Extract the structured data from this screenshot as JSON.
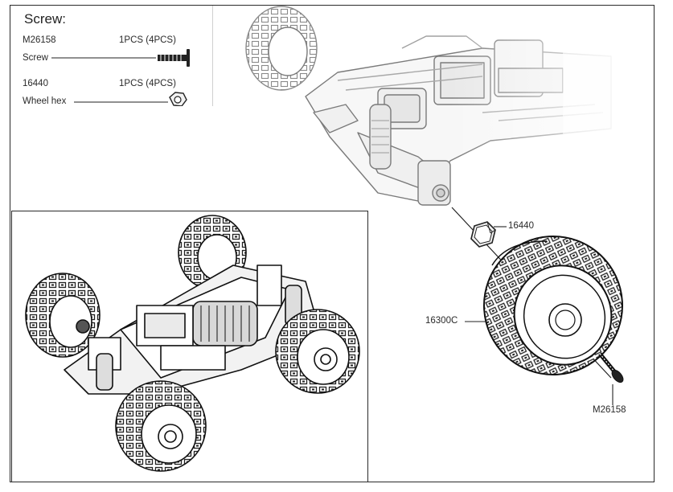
{
  "parts_list": {
    "title": "Screw:",
    "items": [
      {
        "code": "M26158",
        "qty": "1PCS (4PCS)",
        "name": "Screw"
      },
      {
        "code": "16440",
        "qty": "1PCS (4PCS)",
        "name": "Wheel hex"
      }
    ]
  },
  "callouts": {
    "hex": "16440",
    "wheel": "16300C",
    "screw": "M26158"
  }
}
